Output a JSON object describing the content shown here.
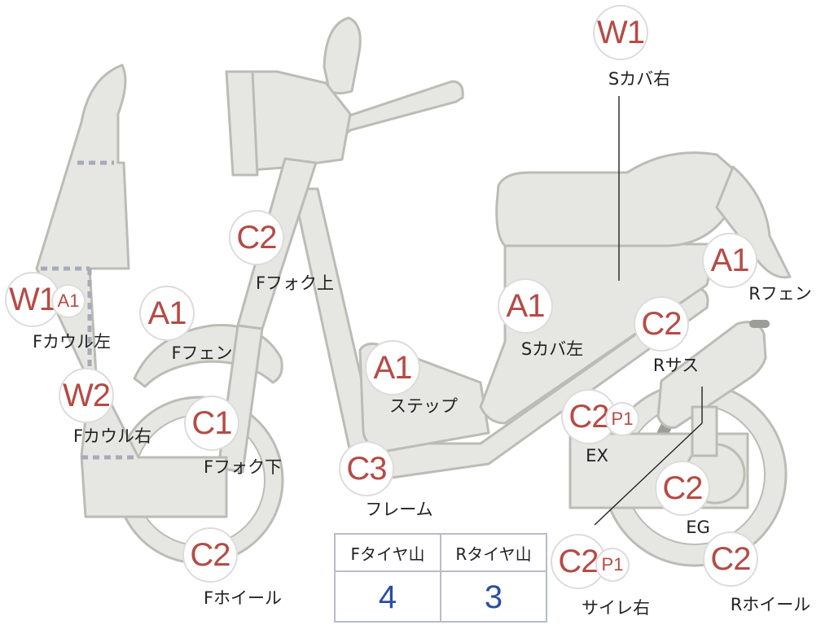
{
  "parts": [
    {
      "code": "W1",
      "label": "Sカバ右"
    },
    {
      "code": "C2",
      "label": "Fフォク上"
    },
    {
      "code": "W1",
      "sub": "A1",
      "label": "Fカウル左"
    },
    {
      "code": "A1",
      "label": "Fフェン"
    },
    {
      "code": "A1",
      "label": "Sカバ左"
    },
    {
      "code": "A1",
      "label": "Rフェン"
    },
    {
      "code": "C2",
      "label": "Rサス"
    },
    {
      "code": "A1",
      "label": "ステップ"
    },
    {
      "code": "W2",
      "label": "Fカウル右"
    },
    {
      "code": "C1",
      "label": "Fフォク下"
    },
    {
      "code": "C2",
      "sub": "P1",
      "label": "EX"
    },
    {
      "code": "C3",
      "label": "フレーム"
    },
    {
      "code": "C2",
      "label": "EG"
    },
    {
      "code": "C2",
      "label": "Fホイール"
    },
    {
      "code": "C2",
      "sub": "P1",
      "label": "サイレ右"
    },
    {
      "code": "C2",
      "label": "Rホイール"
    }
  ],
  "tire_table": {
    "front_header": "Fタイヤ山",
    "rear_header": "Rタイヤ山",
    "front_value": "4",
    "rear_value": "3"
  },
  "colors": {
    "part_fill": "#e6e6e2",
    "code_red": "#b54b45",
    "value_blue": "#2a4f9e"
  }
}
